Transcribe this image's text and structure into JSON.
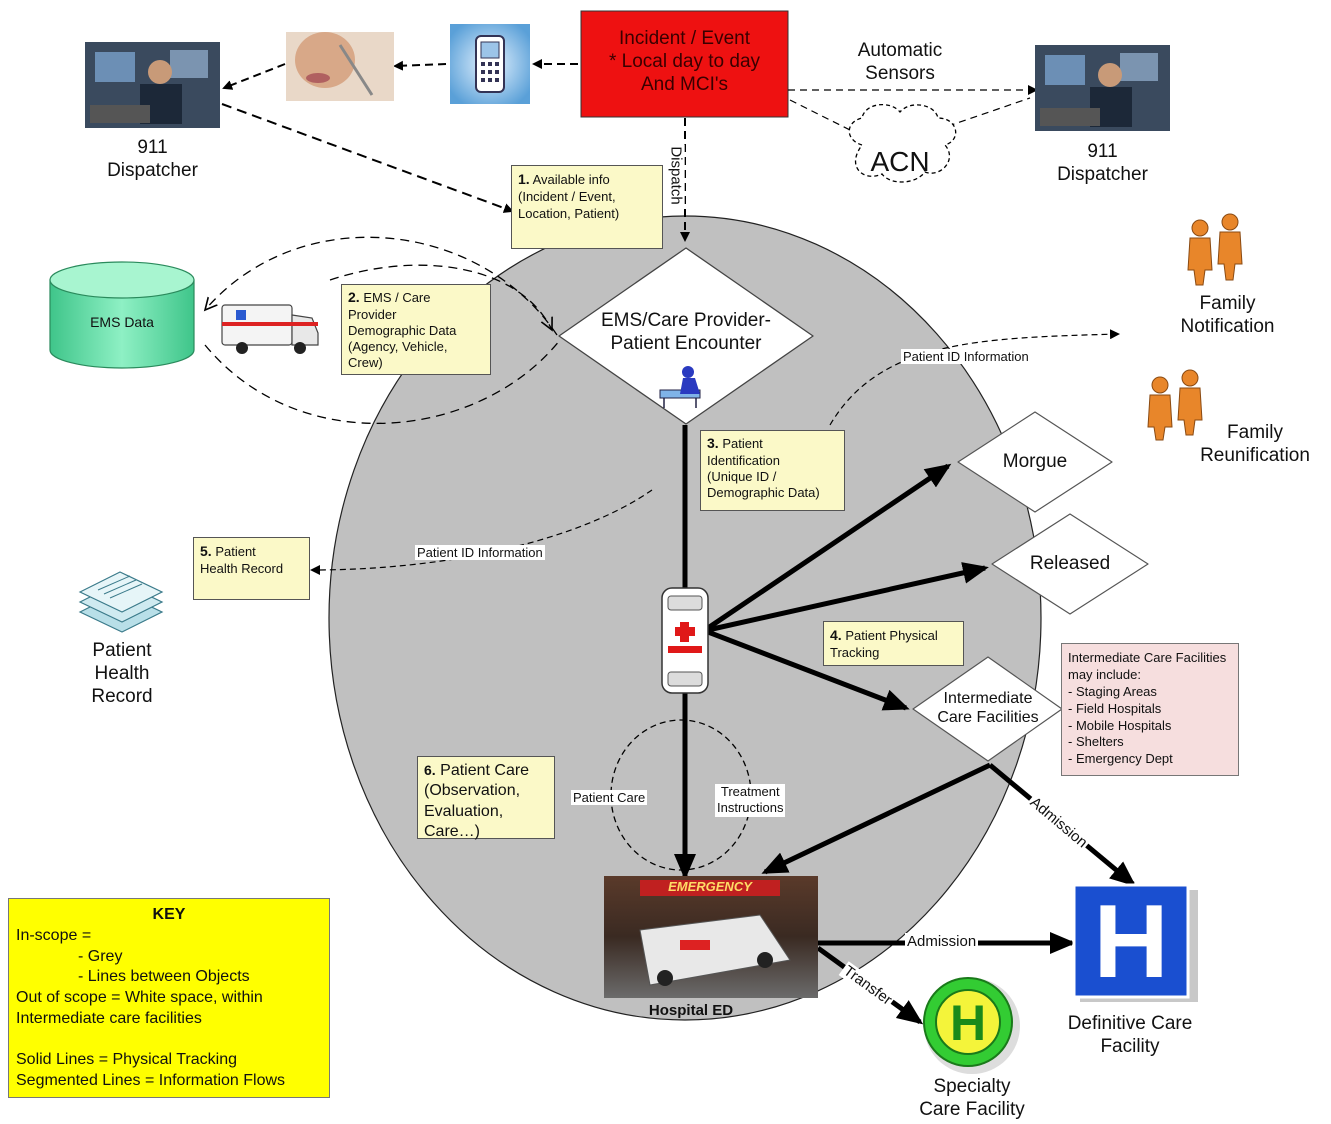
{
  "incident": {
    "title": "Incident / Event",
    "line2": "* Local day to day",
    "line3": "And MCI's"
  },
  "dispatcher_left": {
    "line1": "911",
    "line2": "Dispatcher"
  },
  "dispatcher_right": {
    "line1": "911",
    "line2": "Dispatcher"
  },
  "automatic_sensors": {
    "line1": "Automatic",
    "line2": "Sensors"
  },
  "acn": "ACN",
  "dispatch_label": "Dispatch",
  "note1": {
    "num": "1.",
    "l1": "Available info",
    "l2": "(Incident / Event,",
    "l3": "Location, Patient)"
  },
  "ems_data": "EMS Data",
  "note2": {
    "num": "2.",
    "l1": "EMS / Care",
    "l2": "Provider",
    "l3": "Demographic Data",
    "l4": "(Agency, Vehicle,",
    "l5": "Crew)"
  },
  "encounter": {
    "l1": "EMS/Care Provider-",
    "l2": "Patient Encounter"
  },
  "family_notification": {
    "l1": "Family",
    "l2": "Notification"
  },
  "family_reunification": {
    "l1": "Family",
    "l2": "Reunification"
  },
  "patient_id_info_top": "Patient ID Information",
  "patient_id_info_left": "Patient ID Information",
  "note3": {
    "num": "3.",
    "l1": "Patient",
    "l2": "Identification",
    "l3": "(Unique ID /",
    "l4": "Demographic Data)"
  },
  "morgue": "Morgue",
  "released": "Released",
  "note4": {
    "num": "4.",
    "l1": "Patient Physical",
    "l2": "Tracking"
  },
  "intermediate": {
    "l1": "Intermediate",
    "l2": "Care Facilities"
  },
  "imc_box": {
    "intro": "Intermediate Care Facilities may include:",
    "items": [
      "Staging Areas",
      "Field Hospitals",
      "Mobile Hospitals",
      "Shelters",
      "Emergency Dept"
    ]
  },
  "note5": {
    "num": "5.",
    "l1": "Patient",
    "l2": "Health Record"
  },
  "patient_health_record": {
    "l1": "Patient",
    "l2": "Health",
    "l3": "Record"
  },
  "note6": {
    "num": "6.",
    "l1": "Patient Care",
    "l2": "(Observation,",
    "l3": "Evaluation,",
    "l4": "Care…)"
  },
  "patient_care_label": "Patient Care",
  "treatment_instructions": {
    "l1": "Treatment",
    "l2": "Instructions"
  },
  "admission_diag": "Admission",
  "admission_horiz": "Admission",
  "transfer": "Transfer",
  "emergency_sign": "EMERGENCY",
  "hospital_ed": "Hospital ED",
  "definitive_care": {
    "l1": "Definitive Care",
    "l2": "Facility"
  },
  "specialty_care": {
    "l1": "Specialty",
    "l2": "Care Facility"
  },
  "hospital_letter": "H",
  "key": {
    "title": "KEY",
    "l1": "In-scope =",
    "l2": "- Grey",
    "l3": "- Lines between Objects",
    "l4": "Out of scope = White space, within",
    "l5": "Intermediate care facilities",
    "l6": "Solid Lines = Physical Tracking",
    "l7": "Segmented Lines = Information Flows"
  },
  "colors": {
    "grey_circle": "#c0c0c0",
    "incident_red": "#ee1111",
    "note_yellow": "#fbf9c8",
    "key_yellow": "#ffff00",
    "hospital_blue": "#1a4fd0",
    "specialty_green": "#33cc33",
    "ems_data_green": "#66e0a8"
  }
}
